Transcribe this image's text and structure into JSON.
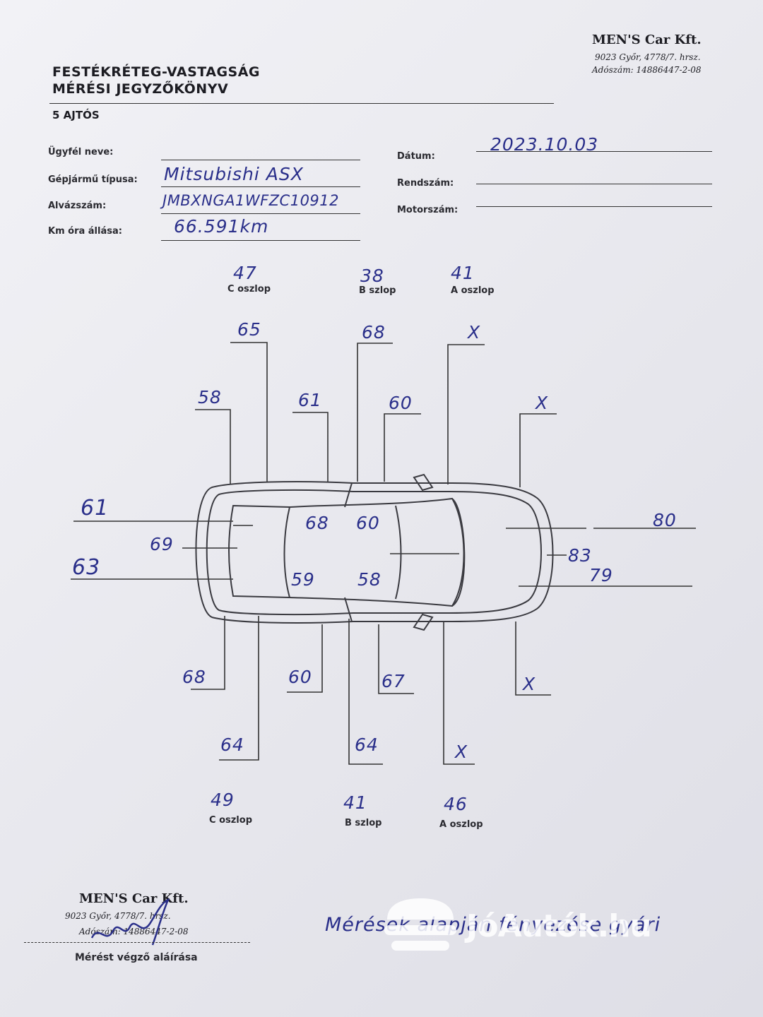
{
  "header": {
    "title_line1": "FESTÉKRÉTEG-VASTAGSÁG",
    "title_line2": "MÉRÉSI JEGYZŐKÖNYV",
    "subtitle": "5 AJTÓS"
  },
  "company": {
    "name": "MEN'S Car Kft.",
    "address": "9023 Győr, 4778/7. hrsz.",
    "tax": "Adószám: 14886447-2-08"
  },
  "form": {
    "client_label": "Ügyfél neve:",
    "client_value": "",
    "vehicle_type_label": "Gépjármű típusa:",
    "vehicle_type_value": "Mitsubishi ASX",
    "chassis_label": "Alvázszám:",
    "chassis_value": "JMBXNGA1WFZC10912",
    "km_label": "Km óra állása:",
    "km_value": "66.591km",
    "date_label": "Dátum:",
    "date_value": "2023.10.03",
    "plate_label": "Rendszám:",
    "plate_value": "",
    "engine_label": "Motorszám:",
    "engine_value": ""
  },
  "pillars": {
    "top": [
      {
        "value": "47",
        "label": "C oszlop"
      },
      {
        "value": "38",
        "label": "B szlop"
      },
      {
        "value": "41",
        "label": "A oszlop"
      }
    ],
    "bottom": [
      {
        "value": "49",
        "label": "C oszlop"
      },
      {
        "value": "41",
        "label": "B szlop"
      },
      {
        "value": "46",
        "label": "A oszlop"
      }
    ]
  },
  "measurements": {
    "top_row1": [
      "65",
      "68",
      "X"
    ],
    "top_row2": [
      "58",
      "61",
      "60",
      "X"
    ],
    "left": [
      "61",
      "69",
      "63"
    ],
    "roof": [
      "68",
      "60",
      "59",
      "58"
    ],
    "right": [
      "80",
      "83",
      "79"
    ],
    "bottom_row1": [
      "68",
      "60",
      "67",
      "X"
    ],
    "bottom_row2": [
      "64",
      "64",
      "X"
    ]
  },
  "footer": {
    "stamp_name": "MEN'S Car Kft.",
    "stamp_address": "9023 Győr, 4778/7. hrsz.",
    "stamp_tax": "Adószám: 14886447-2-08",
    "signature_label": "Mérést végző aláírása",
    "note": "Mérések alapján fényezése gyári"
  },
  "watermark": "JóAutók.hu"
}
